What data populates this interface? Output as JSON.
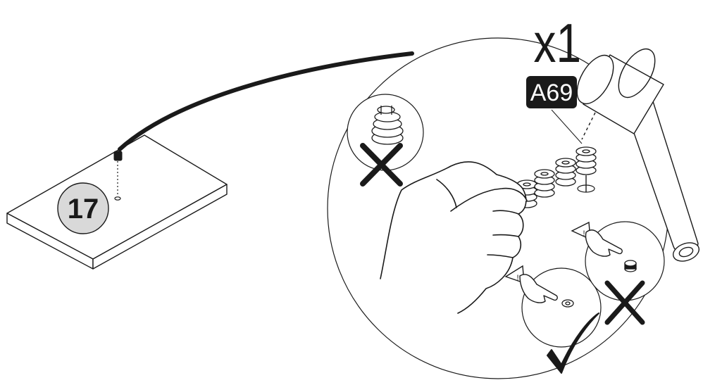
{
  "step": {
    "number": "17"
  },
  "quantity": {
    "label": "x1"
  },
  "part": {
    "code": "A69"
  },
  "colors": {
    "line": "#1a1a1a",
    "step_badge_fill": "#d9d9d9",
    "part_badge_fill": "#1a1a1a",
    "part_badge_text": "#ffffff",
    "background": "#ffffff"
  },
  "icons": {
    "hammer": "mallet-icon",
    "correct": "checkmark-icon",
    "wrong": "cross-icon",
    "pointing_hand": "pointing-hand-icon",
    "warning": "warning-triangle-icon"
  }
}
